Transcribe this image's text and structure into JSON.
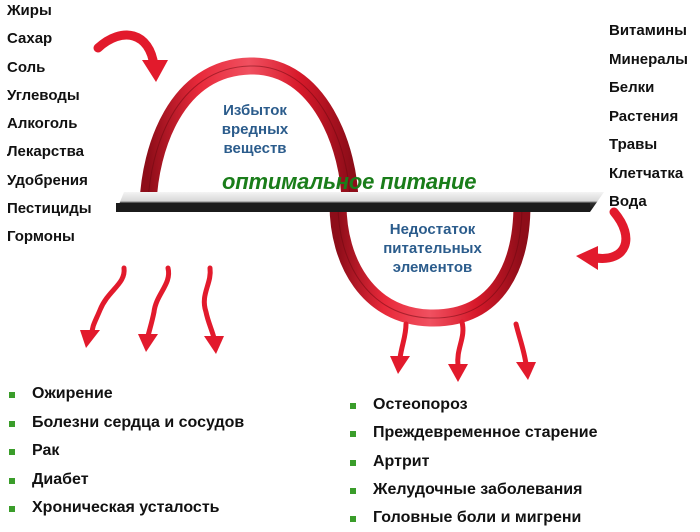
{
  "harmful_substances": [
    "Жиры",
    "Сахар",
    "Соль",
    "Углеводы",
    "Алкоголь",
    "Лекарства",
    "Удобрения",
    "Пестициды",
    "Гормоны"
  ],
  "nutrients": [
    "Витамины",
    "Минералы",
    "Белки",
    "Растения",
    "Травы",
    "Клетчатка",
    "Вода"
  ],
  "excess_label": [
    "Избыток",
    "вредных",
    "веществ"
  ],
  "deficiency_label": [
    "Недостаток",
    "питательных",
    "элементов"
  ],
  "center_title": "оптимальное питание",
  "excess_effects": [
    "Ожирение",
    "Болезни сердца и  сосудов",
    "Рак",
    "Диабет",
    "Хроническая усталость"
  ],
  "deficiency_effects": [
    "Остеопороз",
    "Преждевременное старение",
    "Артрит",
    "Желудочные заболевания",
    "Головные боли и мигрени"
  ],
  "colors": {
    "ribbon": "#d7192a",
    "ribbon_dark": "#8e0d19",
    "bar": "#2a2a2a",
    "title": "#1a7d1a",
    "label": "#2b5c8c",
    "bullet": "#3a9d2a"
  }
}
